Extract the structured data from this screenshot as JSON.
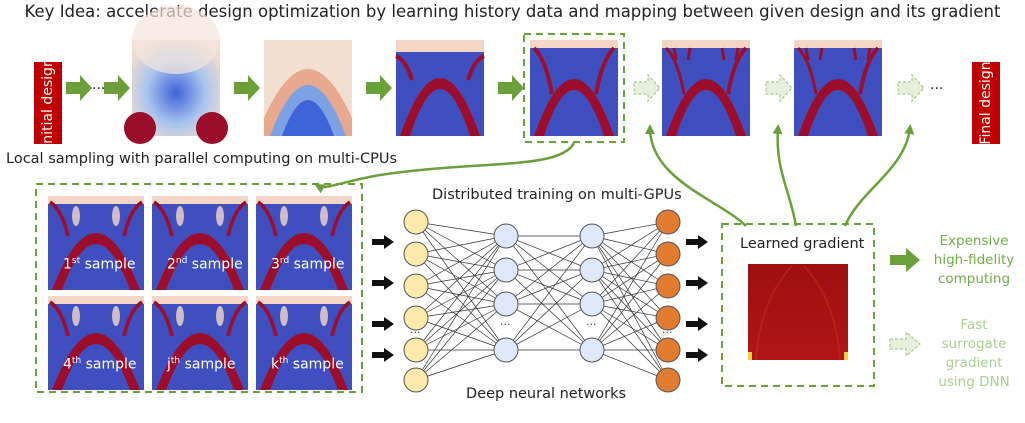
{
  "title": "Key Idea: accelerate design optimization by learning history data and mapping between given design and its gradient",
  "initial_design_label": "Initial design",
  "final_design_label": "Final design",
  "ellipsis": "···",
  "local_sampling_label": "Local sampling with parallel computing on multi-CPUs",
  "distributed_training_label": "Distributed training on multi-GPUs",
  "dnn_label": "Deep neural networks",
  "learned_gradient_label": "Learned gradient",
  "legend": {
    "expensive": [
      "Expensive",
      "high-fidelity",
      "computing"
    ],
    "fast": [
      "Fast surrogate",
      "gradient",
      "using DNN"
    ]
  },
  "samples": [
    {
      "num": "1",
      "sup": "st",
      "word": "sample"
    },
    {
      "num": "2",
      "sup": "nd",
      "word": "sample"
    },
    {
      "num": "3",
      "sup": "rd",
      "word": "sample"
    },
    {
      "num": "4",
      "sup": "th",
      "word": "sample"
    },
    {
      "num": "j",
      "sup": "th",
      "word": "sample"
    },
    {
      "num": "k",
      "sup": "th",
      "word": "sample"
    }
  ],
  "network_layers": [
    6,
    4,
    4,
    6
  ],
  "colors": {
    "blue": "#3f4fbf",
    "crimson": "#9b0d2a",
    "green": "#6aa03a",
    "light_green": "#a9c98a",
    "input_node": "#fde9a9",
    "hidden_node": "#dde8fb",
    "output_node": "#e07b2f",
    "learned_green_text": "#70ad47",
    "light_green_text": "#a9d18e"
  }
}
